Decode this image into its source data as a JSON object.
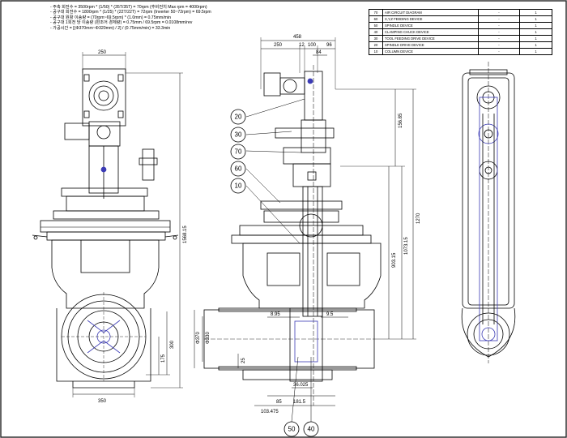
{
  "notes": [
    "- 주축 회전수 = 3500rpm * (1/50) * (35T/35T) = 70rpm (추비전치 Max rpm = 4000rpm)",
    "- 공구대 회전수 = 1800rpm * (1/25) * (22T/22T) = 72rpm (Inverter 50~72rpm) = 69.5rpm",
    "- 공구대 원활 이송량 = (70rpm~69.5rpm) * (1.0mm) = 0.75mm/min",
    "- 공구대 1회전 당 이송량 (편조어 경체량) = 0.75mm / 69.5rpm = 0.0108mm/rev",
    "- 가공시간 = [(Φ370mm~Φ320mm) / 2] / (0.75mm/min) = 33.3min"
  ],
  "parts_list": [
    {
      "no": "70",
      "name": "AIR CIRCUIT DIAGRAM",
      "col1": "-",
      "col2": "1"
    },
    {
      "no": "60",
      "name": "X,Y,Z FEEDING DEVICE",
      "col1": "-",
      "col2": "1"
    },
    {
      "no": "50",
      "name": "SPINDLE DEVICE",
      "col1": "-",
      "col2": "1"
    },
    {
      "no": "40",
      "name": "CLAMPING CHUCK DEVICE",
      "col1": "-",
      "col2": "1"
    },
    {
      "no": "30",
      "name": "TOOL FEEDING DRIVE DEVICE",
      "col1": "-",
      "col2": "1"
    },
    {
      "no": "20",
      "name": "SPINDLE DRIVE DEVICE",
      "col1": "-",
      "col2": "1"
    },
    {
      "no": "10",
      "name": "COLUMN DEVICE",
      "col1": "-",
      "col2": "1"
    }
  ],
  "front_view": {
    "dim_top": "250",
    "dim_bottom": "350",
    "dim_height": "1568.15",
    "dim_300": "300",
    "dim_175": "175"
  },
  "side_view": {
    "dim_458": "458",
    "dim_250": "250",
    "dim_12": "12",
    "dim_100": "100",
    "dim_96": "96",
    "dim_84": "84",
    "dim_156_85": "156.85",
    "dim_1270": "1270",
    "dim_1073_15": "1073.15",
    "dim_903_15": "903.15",
    "dim_8_95": "8.95",
    "dim_9_5": "9.5",
    "dim_phi370": "Φ370",
    "dim_phi330": "Φ330",
    "dim_25": "25",
    "dim_36_025": "36.025",
    "dim_85": "85",
    "dim_181_5": "181.5",
    "dim_103_475": "103.475",
    "callouts": [
      "20",
      "30",
      "70",
      "60",
      "10",
      "50",
      "40"
    ]
  }
}
